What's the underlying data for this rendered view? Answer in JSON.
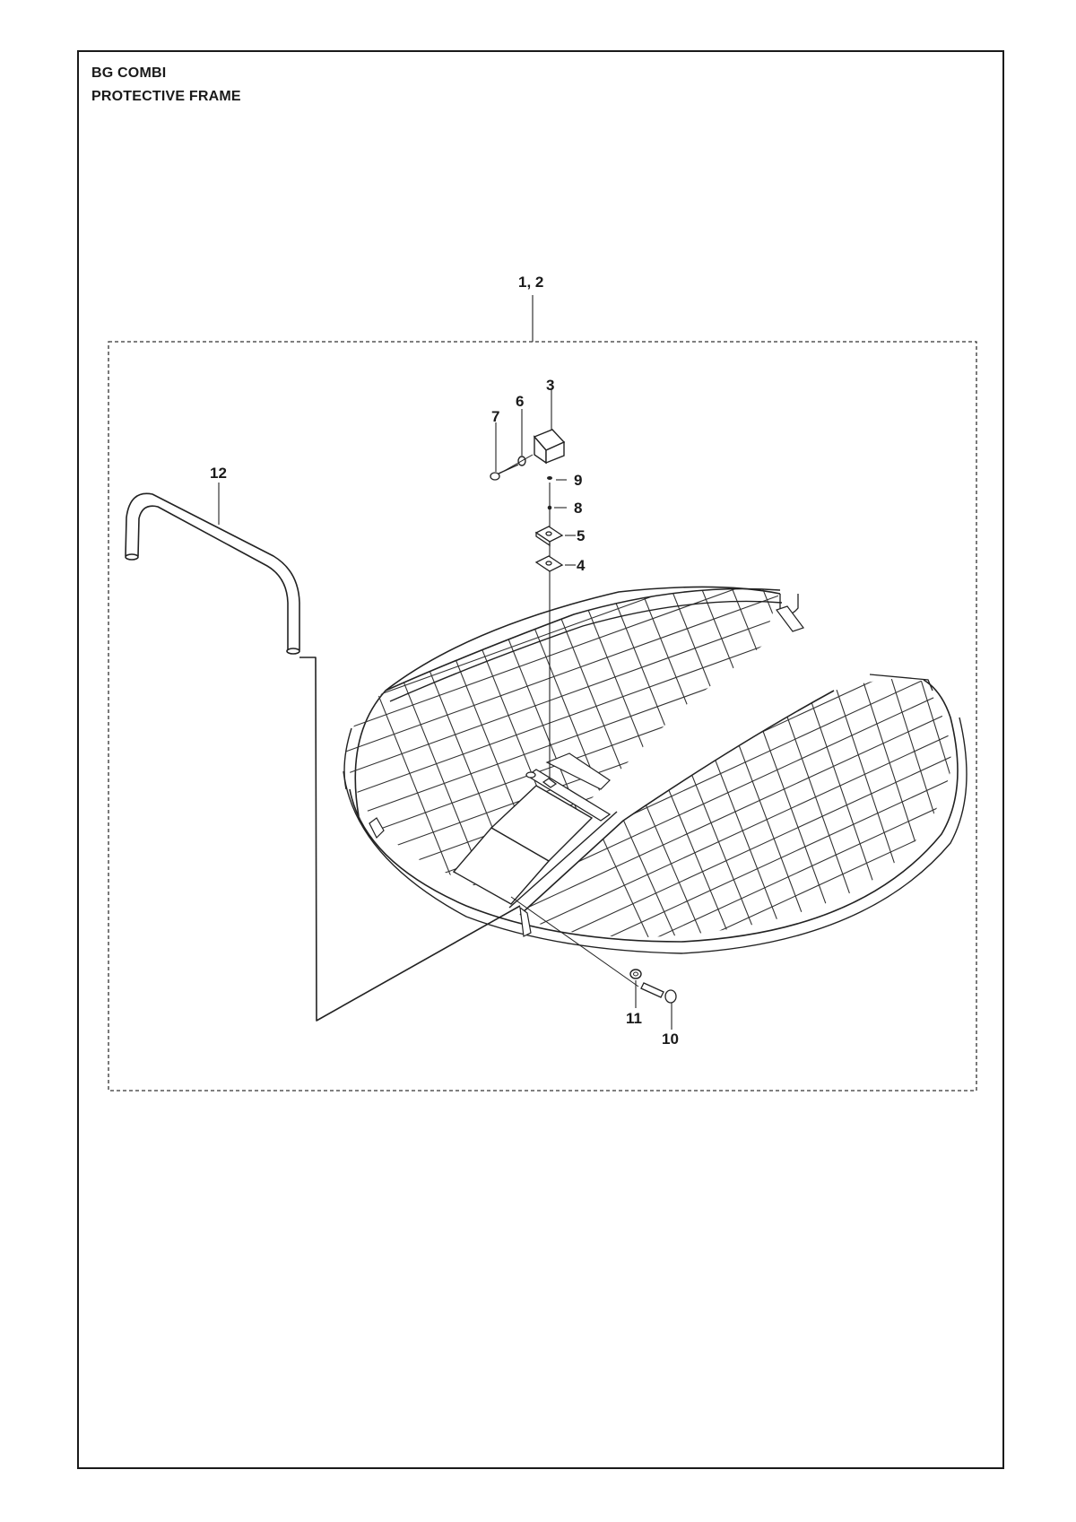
{
  "header": {
    "model": "BG COMBI",
    "section": "PROTECTIVE FRAME"
  },
  "callouts": {
    "assembly": "1, 2",
    "p3": "3",
    "p4": "4",
    "p5": "5",
    "p6": "6",
    "p7": "7",
    "p8": "8",
    "p9": "9",
    "p10": "10",
    "p11": "11",
    "p12": "12"
  }
}
